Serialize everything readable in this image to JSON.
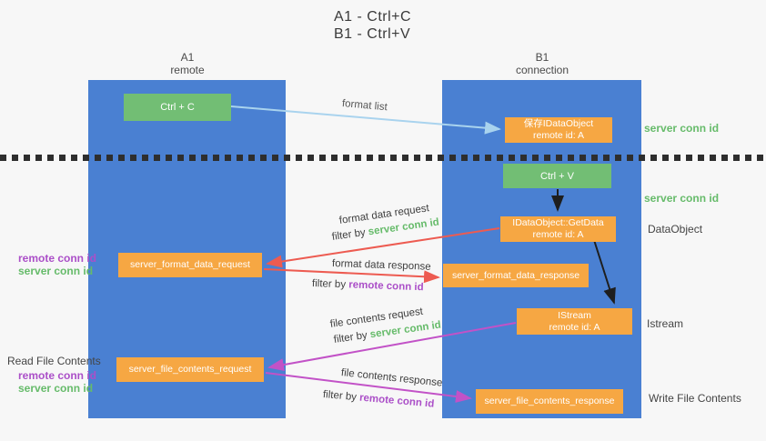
{
  "title": {
    "line1": "A1 - Ctrl+C",
    "line2": "B1 - Ctrl+V"
  },
  "lifelines": {
    "a1": {
      "name": "A1",
      "role": "remote"
    },
    "b1": {
      "name": "B1",
      "role": "connection"
    }
  },
  "nodes": {
    "ctrl_c": {
      "label": "Ctrl + C"
    },
    "ctrl_v": {
      "label": "Ctrl + V"
    },
    "save_idataobject": {
      "line1": "保存IDataObject",
      "line2": "remote id: A"
    },
    "getdata": {
      "line1": "IDataObject::GetData",
      "line2": "remote id: A"
    },
    "istream": {
      "line1": "IStream",
      "line2": "remote id: A"
    },
    "server_format_data_request": {
      "label": "server_format_data_request"
    },
    "server_format_data_response": {
      "label": "server_format_data_response"
    },
    "server_file_contents_request": {
      "label": "server_file_contents_request"
    },
    "server_file_contents_response": {
      "label": "server_file_contents_response"
    }
  },
  "arrow_labels": {
    "format_list": "format list",
    "format_data_request": "format data request",
    "format_data_response": "format data response",
    "file_contents_request": "file contents request",
    "file_contents_response": "file contents response",
    "filter_by": "filter by ",
    "server_conn_id": "server conn id",
    "remote_conn_id": "remote conn id"
  },
  "side_labels": {
    "right_server_conn_id_top": "server conn id",
    "right_server_conn_id_mid": "server conn id",
    "right_dataobject": "DataObject",
    "right_istream": "Istream",
    "right_write_file_contents": "Write File Contents",
    "left_remote_conn_id_top": "remote conn id",
    "left_server_conn_id_top": "server conn id",
    "left_read_file_contents": "Read File Contents",
    "left_remote_conn_id_bottom": "remote conn id",
    "left_server_conn_id_bottom": "server conn id"
  },
  "colors": {
    "lifeline_blue": "#4a80d2",
    "node_orange": "#f6a743",
    "node_green": "#72be74",
    "label_green": "#66bb6a",
    "label_purple": "#ab4fc8",
    "arrow_red": "#ed5b51",
    "arrow_magenta": "#c252c7",
    "arrow_lightblue": "#a9d3ee",
    "arrow_black": "#1e1e1e",
    "background": "#f7f7f7"
  }
}
